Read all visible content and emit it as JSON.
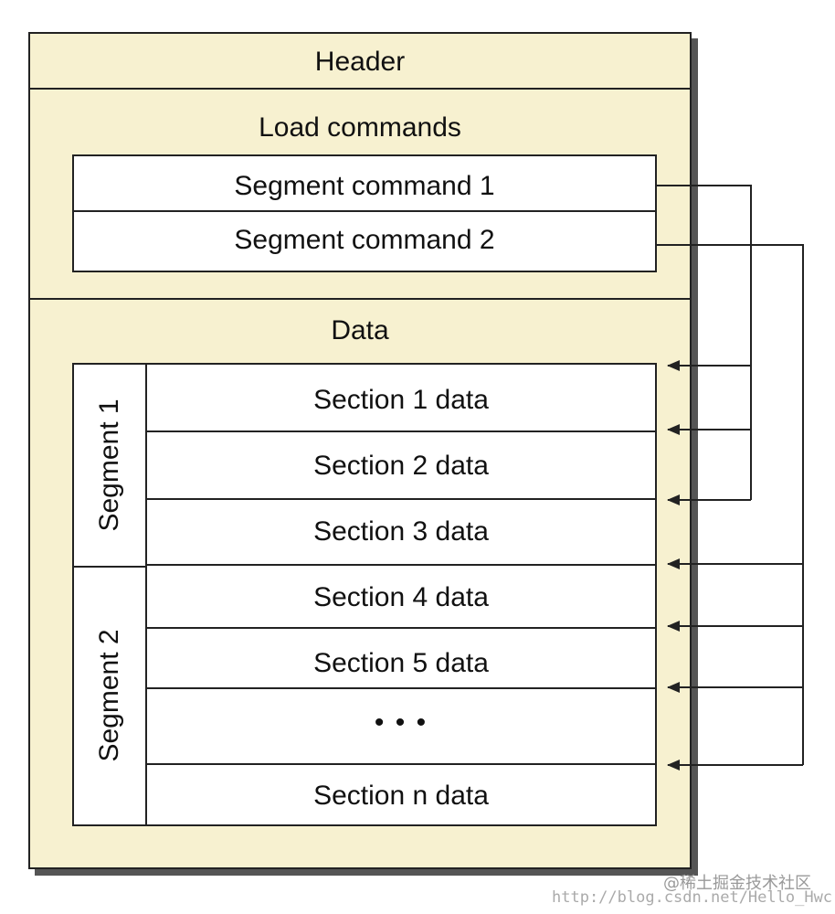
{
  "file": {
    "header": "Header",
    "load_commands": {
      "title": "Load commands",
      "items": [
        "Segment command 1",
        "Segment command 2"
      ]
    },
    "data": {
      "title": "Data",
      "segments": [
        {
          "label": "Segment  1"
        },
        {
          "label": "Segment  2"
        }
      ],
      "sections": [
        "Section 1 data",
        "Section 2 data",
        "Section 3 data",
        "Section 4 data",
        "Section 5 data",
        "• • •",
        "Section n data"
      ]
    }
  },
  "watermark": {
    "brand": "@稀土掘金技术社区",
    "url": "http://blog.csdn.net/Hello_Hwc"
  },
  "colors": {
    "file_fill": "#f7f1d0",
    "stroke": "#222222",
    "shadow": "#555555"
  }
}
